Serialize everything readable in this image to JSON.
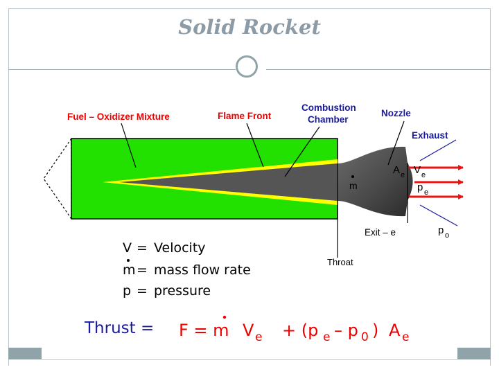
{
  "slide": {
    "title": "Solid Rocket"
  },
  "diagram": {
    "labels": {
      "fuel": "Fuel – Oxidizer Mixture",
      "flame": "Flame Front",
      "combustion_1": "Combustion",
      "combustion_2": "Chamber",
      "nozzle": "Nozzle",
      "exhaust": "Exhaust",
      "throat": "Throat",
      "exit": "Exit – e",
      "m_dot": "m",
      "area": "A",
      "area_sub": "e",
      "vel": "V",
      "vel_sub": "e",
      "press": "p",
      "press_sub": "e",
      "p0": "p",
      "p0_sub": "o"
    },
    "legend": [
      {
        "symbol": "V",
        "eq": "=",
        "text": "Velocity"
      },
      {
        "symbol": "m",
        "eq": "=",
        "text": "mass flow rate"
      },
      {
        "symbol": "p",
        "eq": "=",
        "text": "pressure"
      }
    ],
    "equation": {
      "label": "Thrust =",
      "lhs": "F = m",
      "v": "V",
      "v_sub": "e",
      "plus": "+ (p",
      "pe_sub": "e",
      "minus": "– p",
      "p0_sub": "0",
      "close": ")",
      "a": "A",
      "a_sub": "e"
    },
    "colors": {
      "propellant": "#22e000",
      "flame_edge": "#ffff00",
      "grain_core": "#555555",
      "exhaust_arrow": "#ee1111",
      "label_red": "#ee0000",
      "label_blue": "#1a1aa0",
      "label_black": "#000000"
    }
  }
}
